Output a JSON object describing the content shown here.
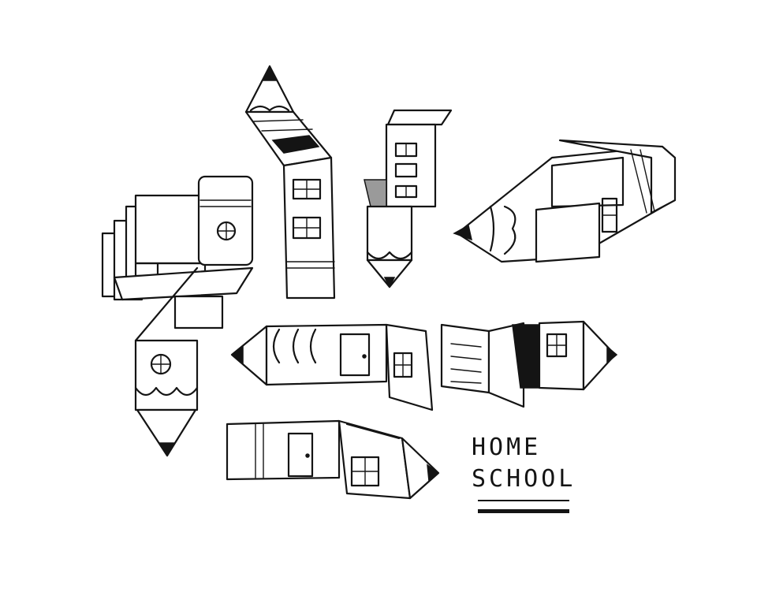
{
  "caption": {
    "line1": "HOME",
    "line2": "SCHOOL"
  },
  "colors": {
    "ink": "#141414",
    "paper": "#ffffff",
    "shade": "#9a9a9a"
  },
  "drawings": [
    "pencil-house-stacked-books",
    "pencil-house-tall",
    "book-house-pencil",
    "pencil-book-house-large",
    "pencil-house-with-door-book",
    "open-book-house-pencil",
    "pencil-house-bottom"
  ]
}
